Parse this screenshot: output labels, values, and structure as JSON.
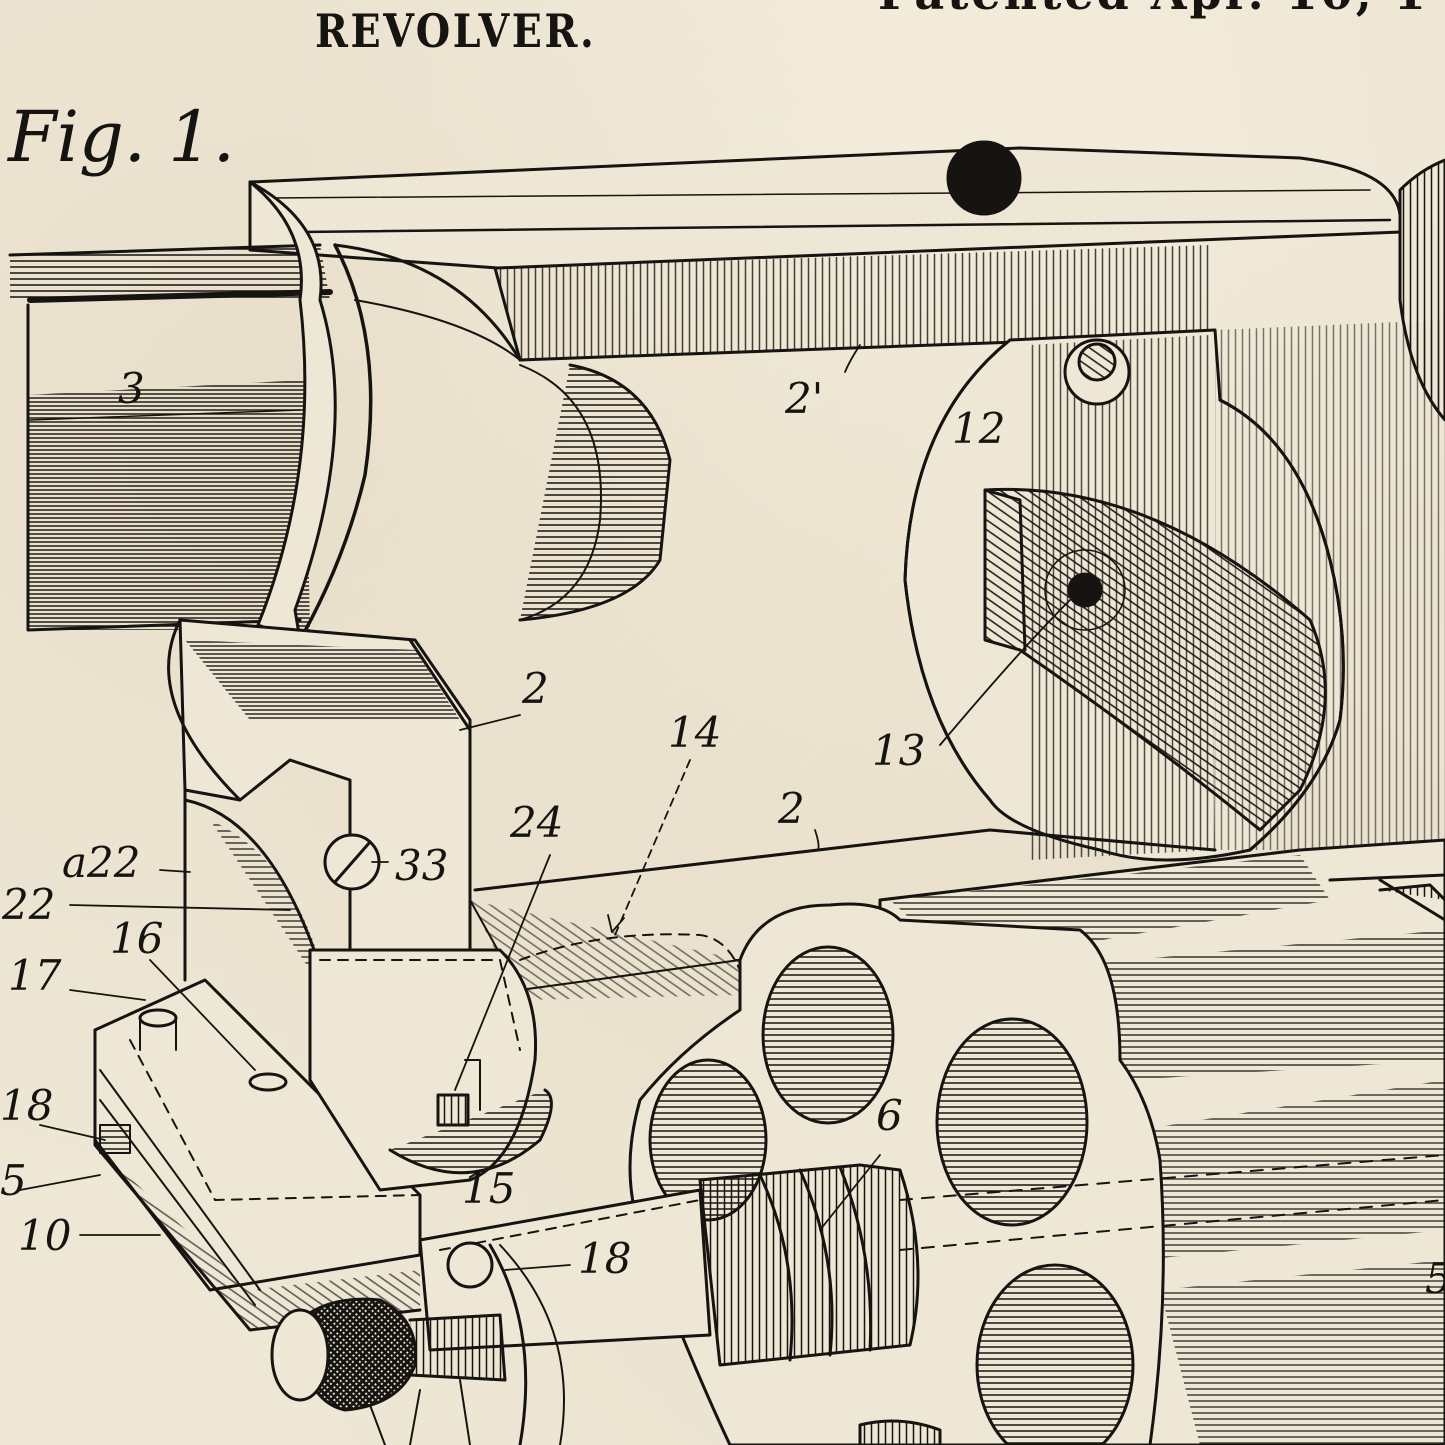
{
  "header": {
    "title": "REVOLVER.",
    "patent_line_partial": "Patented Apr. 10, 1"
  },
  "figure": {
    "label": "Fig. 1."
  },
  "reference_numerals": {
    "n3": "3",
    "n2_prime": "2'",
    "n12": "12",
    "n13": "13",
    "n2_upper": "2",
    "n14": "14",
    "n2_mid": "2",
    "n24": "24",
    "n33": "33",
    "na22": "a22",
    "n22": "22",
    "n16": "16",
    "n17": "17",
    "n18_left": "18",
    "n5_left": "5",
    "n10": "10",
    "n15": "15",
    "n18_lower": "18",
    "n6": "6",
    "n5_right": "5"
  },
  "colors": {
    "paper": "#efe7d6",
    "ink": "#161410"
  }
}
